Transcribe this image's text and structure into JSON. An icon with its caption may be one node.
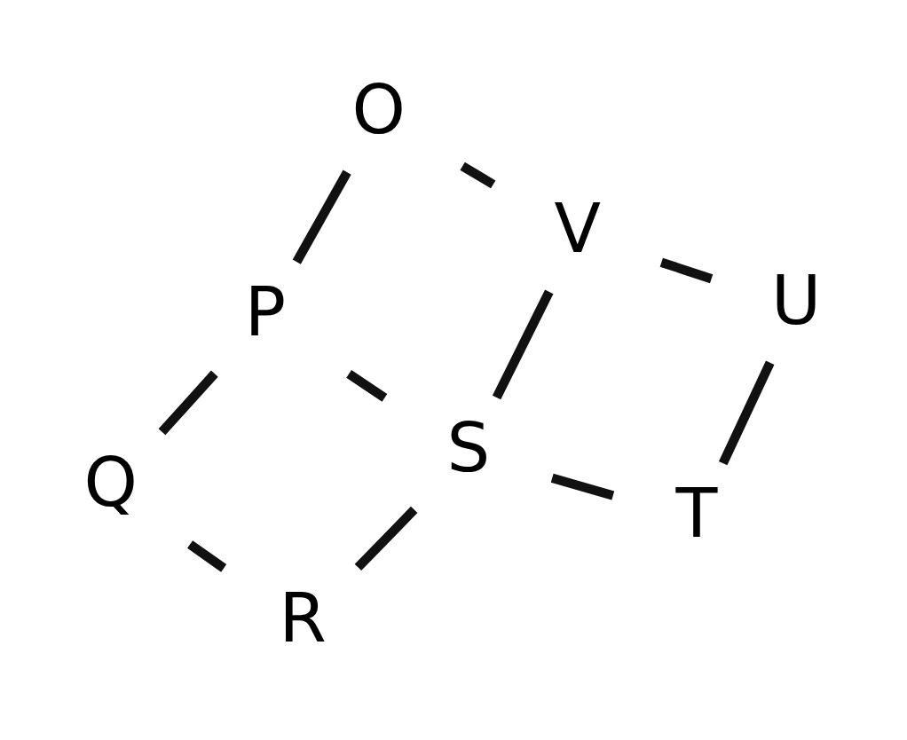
{
  "diagram": {
    "nodes": [
      {
        "text": [
          "O"
        ]
      },
      {
        "text": [
          "V"
        ]
      },
      {
        "text": [
          "P"
        ]
      },
      {
        "text": [
          "Q"
        ]
      },
      {
        "text": [
          "U"
        ]
      },
      {
        "text": [
          "S"
        ]
      },
      {
        "text": [
          "R"
        ]
      },
      {
        "text": [
          "T"
        ]
      }
    ],
    "edges": [
      {
        "from": 0,
        "to": 2,
        "arrow": "none"
      },
      {
        "from": 2,
        "to": 3,
        "arrow": "none"
      },
      {
        "from": 3,
        "to": 6,
        "arrow": "none"
      },
      {
        "from": 6,
        "to": 5,
        "arrow": "none"
      },
      {
        "from": 5,
        "to": 2,
        "arrow": "none"
      },
      {
        "from": 5,
        "to": 1,
        "arrow": "none"
      },
      {
        "from": 1,
        "to": 0,
        "arrow": "none"
      },
      {
        "from": 1,
        "to": 4,
        "arrow": "none"
      },
      {
        "from": 4,
        "to": 7,
        "arrow": "none"
      },
      {
        "from": 7,
        "to": 5,
        "arrow": "none"
      }
    ]
  }
}
